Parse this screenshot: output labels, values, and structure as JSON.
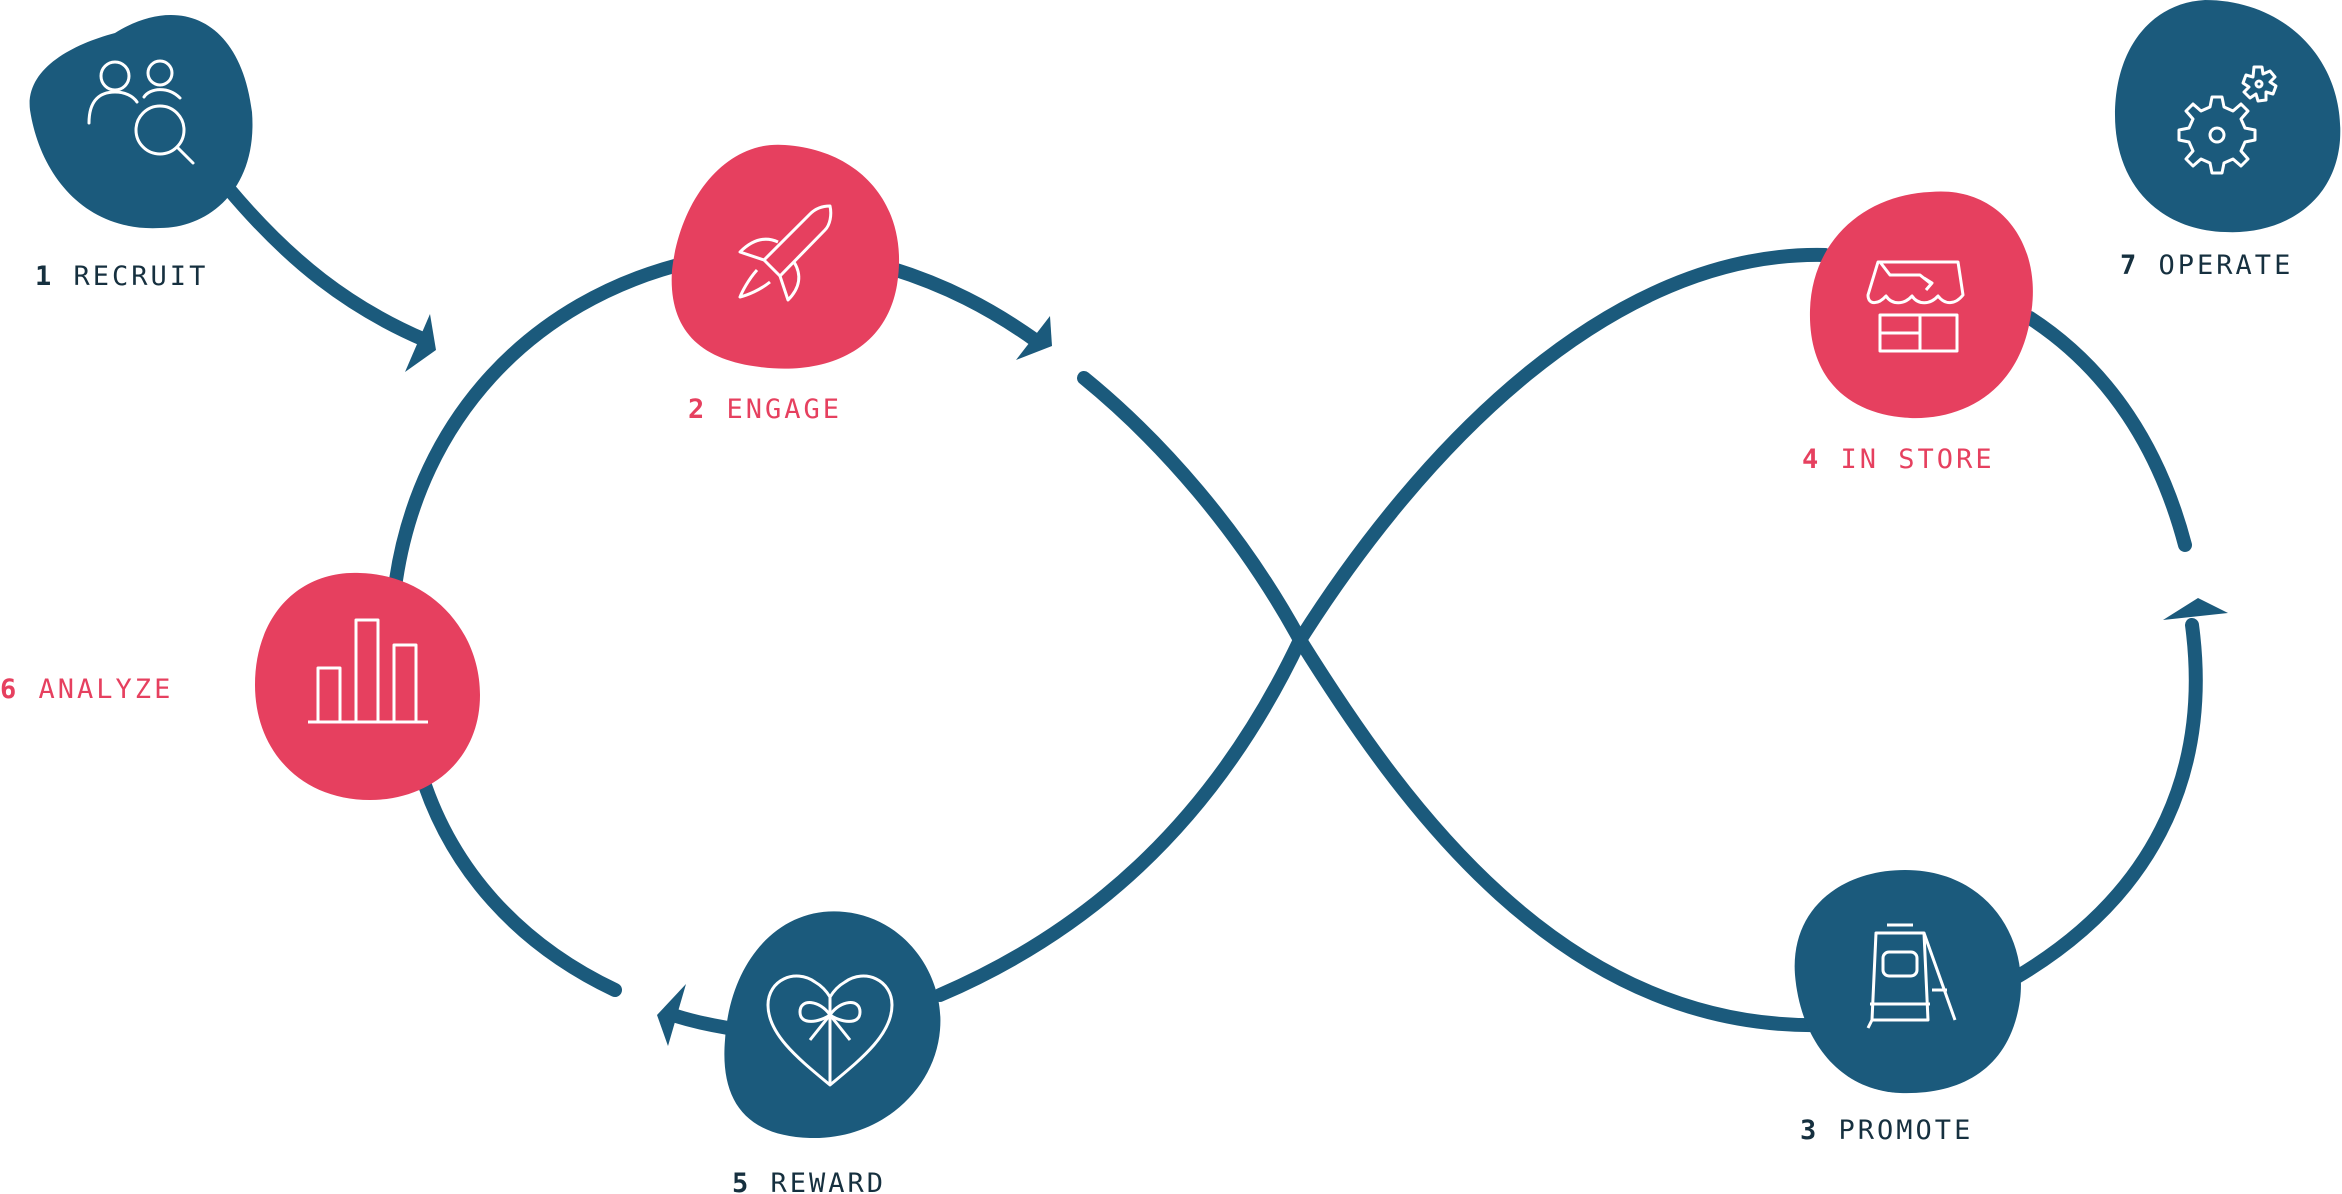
{
  "colors": {
    "blue": "#1b5a7c",
    "pink": "#e6405f",
    "dark_text": "#16303f",
    "icon_stroke": "#ffffff",
    "background": "#ffffff"
  },
  "steps": [
    {
      "number": "1",
      "label": "RECRUIT",
      "color": "blue",
      "icon": "people-search-icon"
    },
    {
      "number": "2",
      "label": "ENGAGE",
      "color": "pink",
      "icon": "rocket-icon"
    },
    {
      "number": "3",
      "label": "PROMOTE",
      "color": "blue",
      "icon": "sandwich-board-sign-icon"
    },
    {
      "number": "4",
      "label": "IN STORE",
      "color": "pink",
      "icon": "storefront-icon"
    },
    {
      "number": "5",
      "label": "REWARD",
      "color": "blue",
      "icon": "gift-heart-icon"
    },
    {
      "number": "6",
      "label": "ANALYZE",
      "color": "pink",
      "icon": "bar-chart-icon"
    },
    {
      "number": "7",
      "label": "OPERATE",
      "color": "blue",
      "icon": "gears-icon"
    }
  ]
}
